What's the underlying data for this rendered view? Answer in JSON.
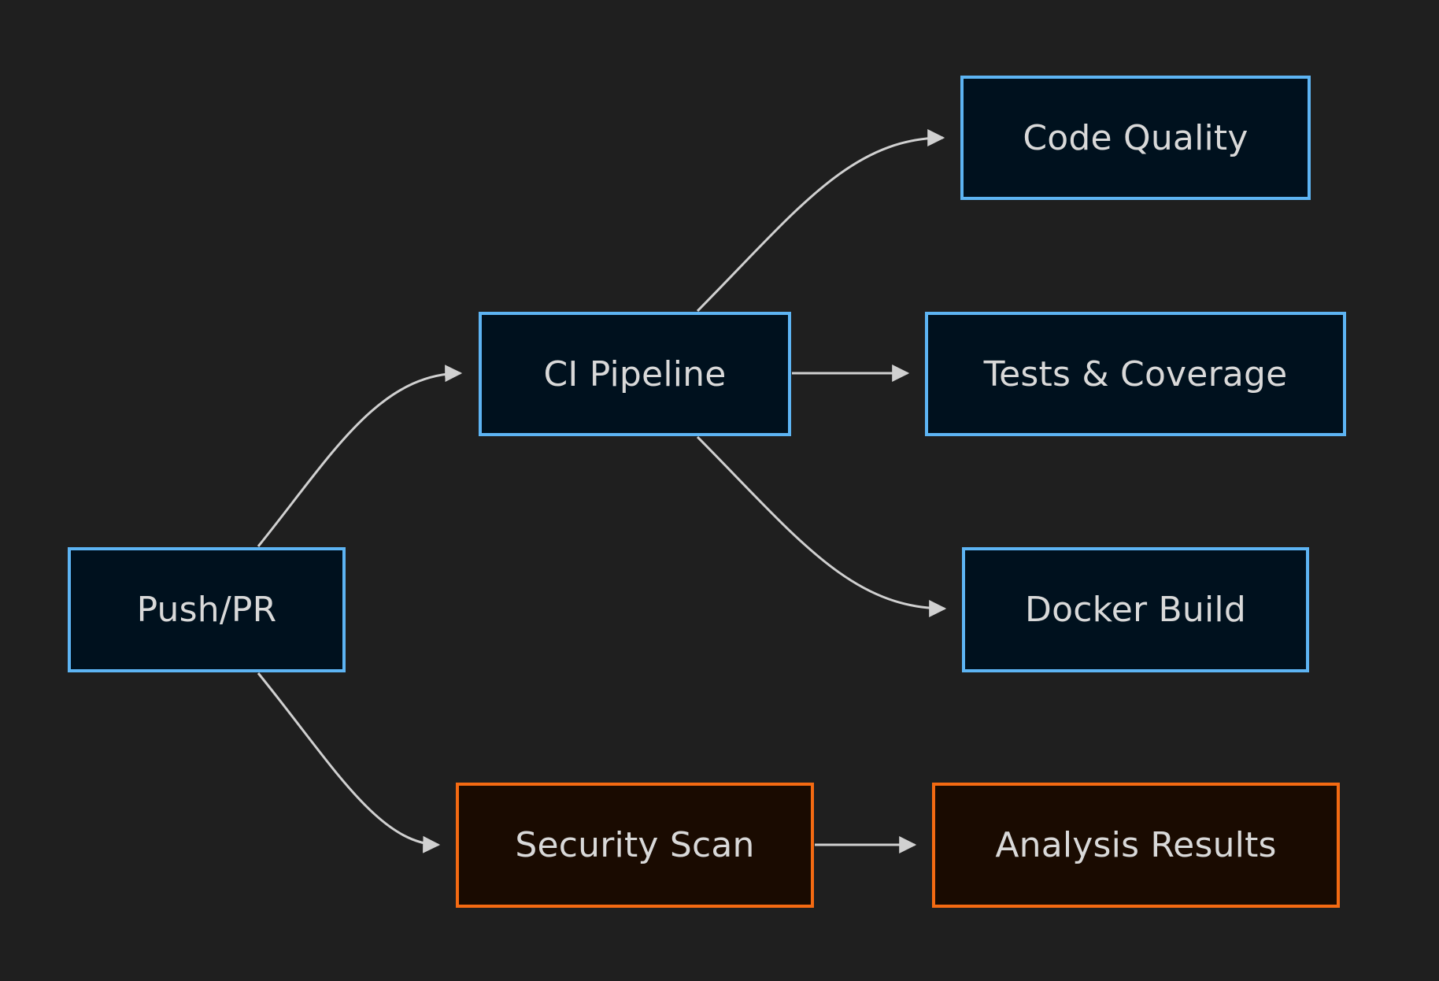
{
  "diagram": {
    "nodes": {
      "push_pr": "Push/PR",
      "ci_pipeline": "CI Pipeline",
      "security_scan": "Security Scan",
      "code_quality": "Code Quality",
      "tests_coverage": "Tests & Coverage",
      "docker_build": "Docker Build",
      "analysis_results": "Analysis Results"
    },
    "edges": [
      {
        "from": "push_pr",
        "to": "ci_pipeline"
      },
      {
        "from": "push_pr",
        "to": "security_scan"
      },
      {
        "from": "ci_pipeline",
        "to": "code_quality"
      },
      {
        "from": "ci_pipeline",
        "to": "tests_coverage"
      },
      {
        "from": "ci_pipeline",
        "to": "docker_build"
      },
      {
        "from": "security_scan",
        "to": "analysis_results"
      }
    ],
    "colors": {
      "background": "#1f1f1f",
      "blue_node_fill": "#00111e",
      "blue_node_border": "#5db4f3",
      "orange_node_fill": "#1a0b01",
      "orange_node_border": "#f46a12",
      "edge": "#d0d0d0",
      "text": "#d9d9d9"
    }
  }
}
